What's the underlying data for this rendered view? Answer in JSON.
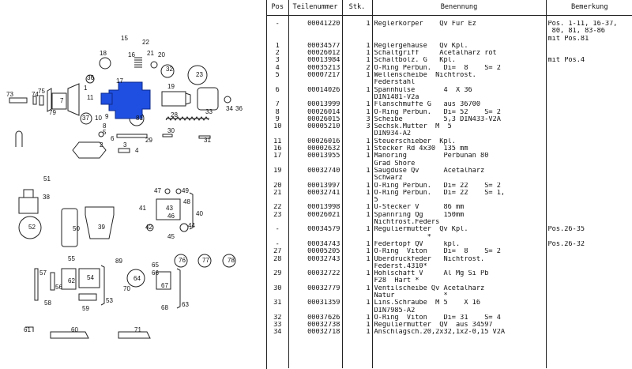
{
  "header": {
    "pos": "Pos",
    "teilenummer": "Teilenummer",
    "stk": "Stk.",
    "benennung": "Benennung",
    "bemerkung": "Bemerkung"
  },
  "rows": [
    {
      "pos": "-",
      "nr": "00041220",
      "stk": "1",
      "ben": [
        "Reglerkörper    Qv Für Ez"
      ],
      "bem": [
        "Pos. 1-11, 16-37,",
        " 80, 81, 83-86",
        "mit Pos.81"
      ]
    },
    {
      "pos": "1",
      "nr": "00034577",
      "stk": "1",
      "ben": [
        "Reglergehäuse   Qv Kpl."
      ],
      "bem": []
    },
    {
      "pos": "2",
      "nr": "00026012",
      "stk": "1",
      "ben": [
        "Schaltgriff     Acetalharz rot"
      ],
      "bem": []
    },
    {
      "pos": "3",
      "nr": "00013984",
      "stk": "1",
      "ben": [
        "Schaltbolz. G   Kpl."
      ],
      "bem": [
        "mit Pos.4"
      ]
    },
    {
      "pos": "4",
      "nr": "00035213",
      "stk": "2",
      "ben": [
        "O-Ring Perbun.   Di=  8    S= 2"
      ],
      "bem": []
    },
    {
      "pos": "5",
      "nr": "00007217",
      "stk": "1",
      "ben": [
        "Wellenscheibe  Nichtrost.",
        "Federstahl"
      ],
      "bem": []
    },
    {
      "pos": "6",
      "nr": "00014026",
      "stk": "1",
      "ben": [
        "Spannhülse       4  X 36",
        "DIN1481-V2a"
      ],
      "bem": []
    },
    {
      "pos": "7",
      "nr": "00013999",
      "stk": "1",
      "ben": [
        "Flanschmuffe G   aus 36700"
      ],
      "bem": []
    },
    {
      "pos": "8",
      "nr": "00026014",
      "stk": "1",
      "ben": [
        "O-Ring Perbun.   Di= 52    S= 2"
      ],
      "bem": []
    },
    {
      "pos": "9",
      "nr": "00026015",
      "stk": "3",
      "ben": [
        "Scheibe          5,3 DIN433-V2A"
      ],
      "bem": []
    },
    {
      "pos": "10",
      "nr": "00005210",
      "stk": "3",
      "ben": [
        "Sechsk.Mutter  M  5",
        "DIN934-A2"
      ],
      "bem": []
    },
    {
      "pos": "11",
      "nr": "00026016",
      "stk": "1",
      "ben": [
        "Steuerschieber  Kpl."
      ],
      "bem": []
    },
    {
      "pos": "16",
      "nr": "00002632",
      "stk": "1",
      "ben": [
        "Stecker Rd 4x30  135 mm"
      ],
      "bem": []
    },
    {
      "pos": "17",
      "nr": "00013955",
      "stk": "1",
      "ben": [
        "Manoring         Perbunan 80",
        "Grad Shore"
      ],
      "bem": []
    },
    {
      "pos": "19",
      "nr": "00032740",
      "stk": "1",
      "ben": [
        "Saugdüse Qv      Acetalharz",
        "Schwarz"
      ],
      "bem": []
    },
    {
      "pos": "20",
      "nr": "00013997",
      "stk": "1",
      "ben": [
        "O-Ring Perbun.   Di= 22    S= 2"
      ],
      "bem": []
    },
    {
      "pos": "21",
      "nr": "00032741",
      "stk": "1",
      "ben": [
        "O-Ring Perbun.   Di= 22    S= 1,",
        "5"
      ],
      "bem": []
    },
    {
      "pos": "22",
      "nr": "00013998",
      "stk": "1",
      "ben": [
        "U-Stecker V      86 mm"
      ],
      "bem": []
    },
    {
      "pos": "23",
      "nr": "00026021",
      "stk": "1",
      "ben": [
        "Spannring Qg     150mm",
        "Nichtrost.Feders"
      ],
      "bem": []
    },
    {
      "pos": "-",
      "nr": "00034579",
      "stk": "1",
      "ben": [
        "Reguliermutter  Qv Kpl.",
        "             *"
      ],
      "bem": [
        "Pos.26-35"
      ]
    },
    {
      "pos": "-",
      "nr": "00034743",
      "stk": "1",
      "ben": [
        "Federtopf QV     kpl."
      ],
      "bem": [
        "Pos.26-32"
      ]
    },
    {
      "pos": "27",
      "nr": "00005205",
      "stk": "1",
      "ben": [
        "O-Ring  Viton    Di=  8    S= 2"
      ],
      "bem": []
    },
    {
      "pos": "28",
      "nr": "00032743",
      "stk": "1",
      "ben": [
        "Überdruckfeder   Nichtrost.",
        "Federst.4310*"
      ],
      "bem": []
    },
    {
      "pos": "29",
      "nr": "00032722",
      "stk": "1",
      "ben": [
        "Hohlschaft V     Al Mg Si Pb",
        "F28  Hart *"
      ],
      "bem": []
    },
    {
      "pos": "30",
      "nr": "00032779",
      "stk": "1",
      "ben": [
        "Ventilscheibe Qv Acetalharz",
        "Natur            *"
      ],
      "bem": []
    },
    {
      "pos": "31",
      "nr": "00031359",
      "stk": "1",
      "ben": [
        "Lins.Schraube  M 5    X 16",
        "DIN7985-A2"
      ],
      "bem": []
    },
    {
      "pos": "32",
      "nr": "00037626",
      "stk": "1",
      "ben": [
        "O-Ring  Viton    Di= 31    S= 4"
      ],
      "bem": []
    },
    {
      "pos": "33",
      "nr": "00032738",
      "stk": "1",
      "ben": [
        "Reguliermutter  QV  aus 34597"
      ],
      "bem": []
    },
    {
      "pos": "34",
      "nr": "00032718",
      "stk": "1",
      "ben": [
        "Anschlagsch.20,2x32,1x2-0,15 V2A"
      ],
      "bem": []
    }
  ],
  "diagram": {
    "labels": [
      "15",
      "22",
      "18",
      "21",
      "16",
      "20",
      "32",
      "23",
      "36",
      "17",
      "73",
      "74",
      "75",
      "1",
      "79",
      "7",
      "11",
      "33",
      "34",
      "36",
      "19",
      "37",
      "10",
      "9",
      "81",
      "28",
      "8",
      "2",
      "5",
      "3",
      "4",
      "6",
      "29",
      "30",
      "31",
      "51",
      "38",
      "47",
      "49",
      "48",
      "41",
      "43",
      "46",
      "44",
      "45",
      "42",
      "40",
      "52",
      "50",
      "39",
      "55",
      "57",
      "56",
      "62",
      "54",
      "58",
      "59",
      "61",
      "60",
      "89",
      "64",
      "65",
      "66",
      "76",
      "77",
      "78",
      "70",
      "71",
      "67",
      "68",
      "63",
      "53"
    ],
    "highlight_color": "#1f4fe0"
  }
}
